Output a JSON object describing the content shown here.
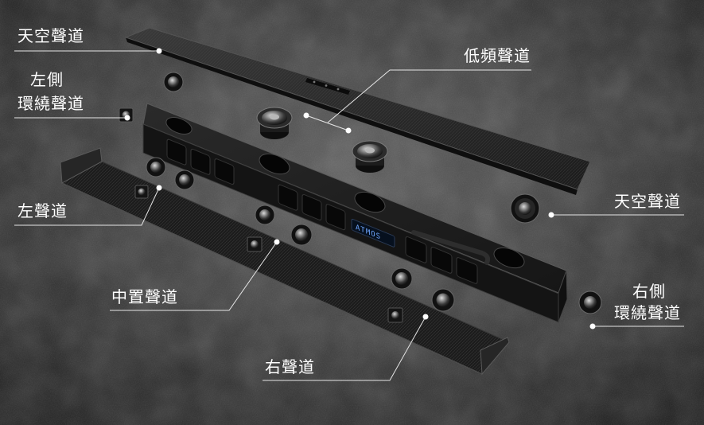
{
  "labels": {
    "sky_left": "天空聲道",
    "left_surround_line1": "左側",
    "left_surround_line2": "環繞聲道",
    "subwoofer": "低頻聲道",
    "left": "左聲道",
    "sky_right": "天空聲道",
    "center": "中置聲道",
    "right_surround_line1": "右側",
    "right_surround_line2": "環繞聲道",
    "right": "右聲道"
  },
  "display_text": "ATMOS",
  "colors": {
    "label_text": "#ffffff",
    "callout_line": "#e6e6e6",
    "display_glow": "#6ea6ff"
  }
}
